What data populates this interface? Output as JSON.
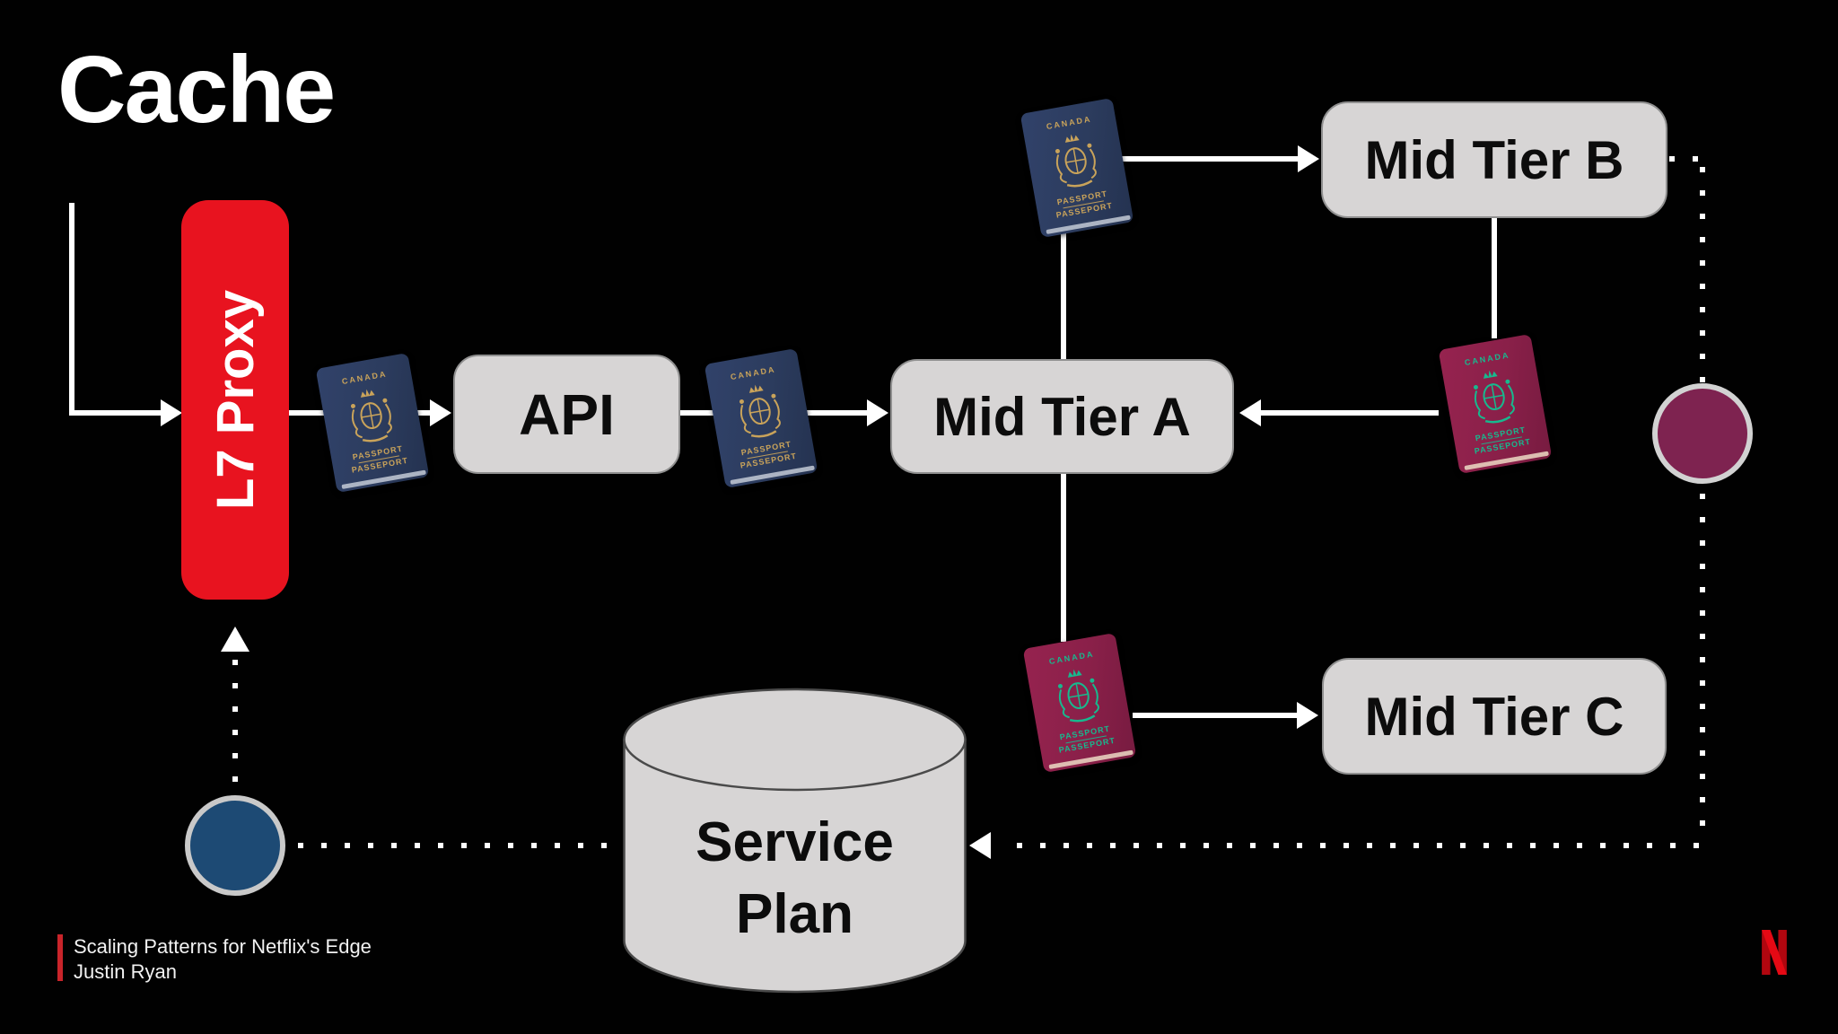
{
  "slide": {
    "title": "Cache",
    "footer": {
      "line1": "Scaling Patterns for Netflix's Edge",
      "line2": "Justin Ryan"
    }
  },
  "nodes": {
    "proxy": {
      "label": "L7 Proxy"
    },
    "api": {
      "label": "API"
    },
    "mid_a": {
      "label": "Mid Tier A"
    },
    "mid_b": {
      "label": "Mid Tier B"
    },
    "mid_c": {
      "label": "Mid Tier C"
    },
    "service_plan": {
      "line1": "Service",
      "line2": "Plan"
    }
  },
  "passport": {
    "country": "CANADA",
    "word_en": "PASSPORT",
    "word_fr": "PASSEPORT"
  },
  "icons": {
    "brand": "netflix-n-logo",
    "passport_navy": "navy-canadian-passport",
    "passport_maroon": "maroon-canadian-passport",
    "database": "service-plan-cylinder"
  },
  "colors": {
    "background": "#000000",
    "proxy_red": "#e8131f",
    "netflix_red": "#e50914",
    "footer_bar_red": "#c9242a",
    "box_gray": "#d7d5d5",
    "navy_passport": "#2c3c5e",
    "passport_gold": "#c9a35a",
    "maroon_passport": "#8a2049",
    "passport_teal": "#17b98e",
    "blue_circle": "#1d4a74",
    "maroon_circle": "#7e2350",
    "line_white": "#ffffff"
  }
}
